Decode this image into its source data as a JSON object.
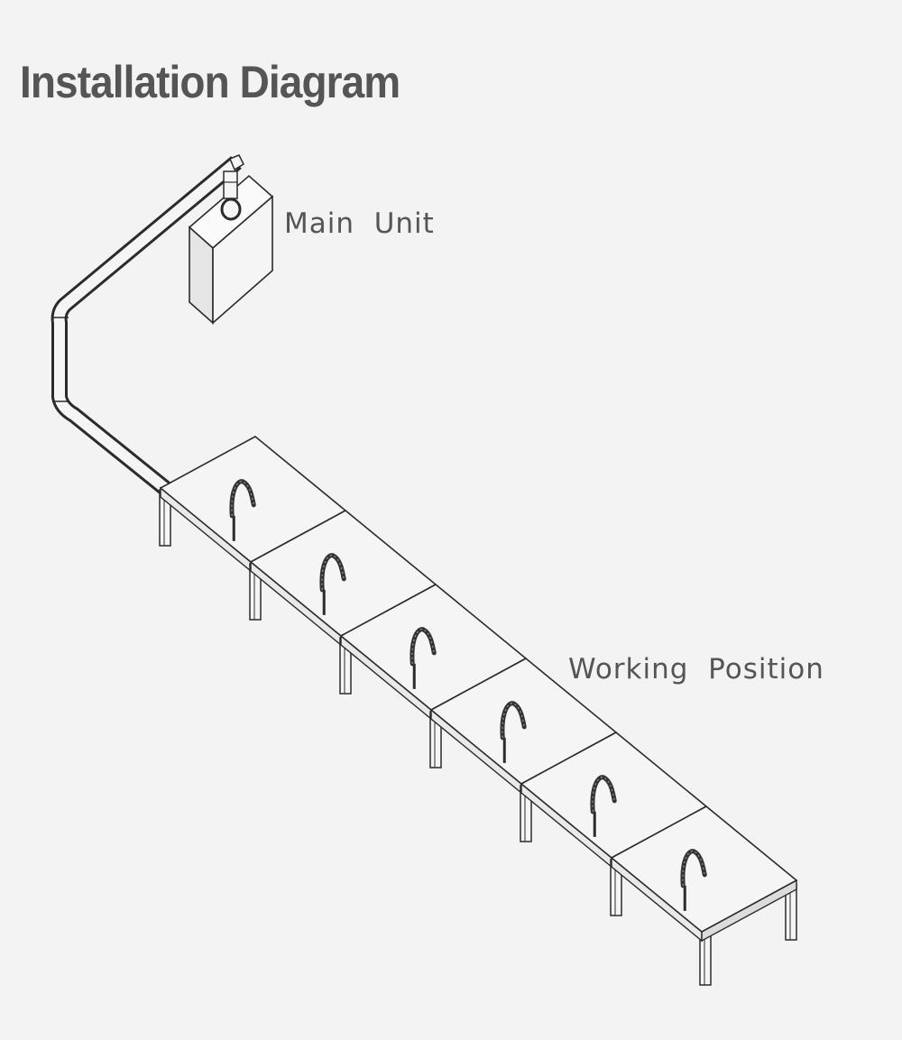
{
  "title": "Installation Diagram",
  "labels": {
    "main_unit": "Main  Unit",
    "working_position": "Working  Position"
  },
  "diagram": {
    "components": [
      "main-unit",
      "exhaust-duct",
      "workbench",
      "fume-extraction-arm"
    ],
    "workbench_count": 6,
    "colors": {
      "line": "#2b2b2b",
      "surface": "#f5f5f5",
      "arm": "#333333"
    }
  }
}
